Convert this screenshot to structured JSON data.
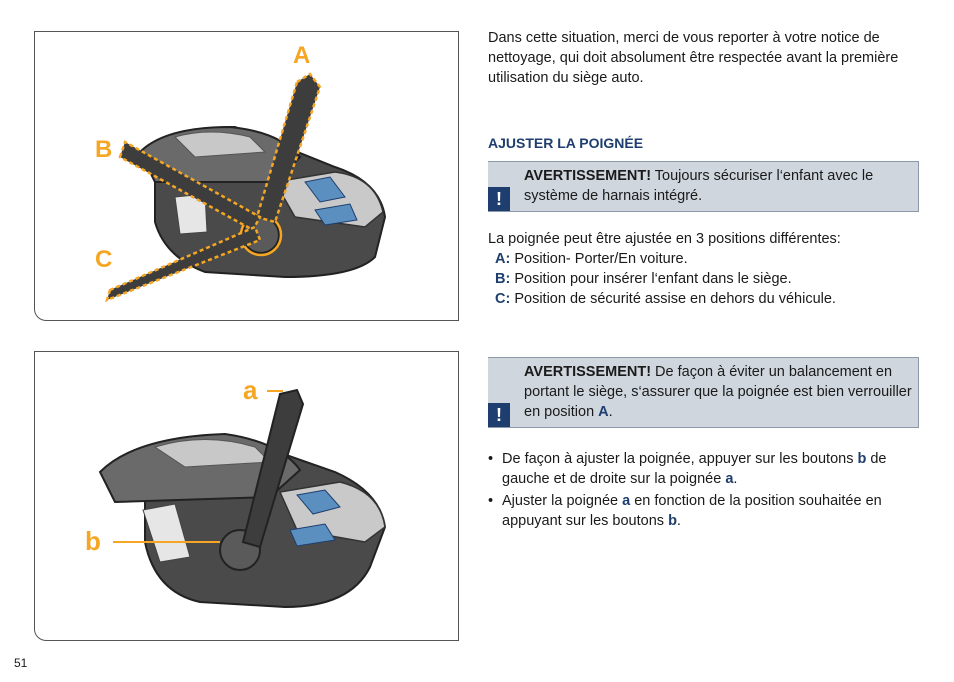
{
  "intro": "Dans cette situation, merci de vous reporter à votre notice de nettoyage, qui doit absolument être respectée avant la première utilisation du siège auto.",
  "heading": "AJUSTER LA POIGNÉE",
  "warning1": {
    "label": "AVERTISSEMENT!",
    "text": " Toujours sécuriser l‘enfant avec le système de harnais intégré.",
    "icon": "exclamation-icon"
  },
  "positions": {
    "intro": "La poignée peut être ajustée en 3 positions différentes:",
    "items": [
      {
        "key": "A:",
        "text": " Position- Porter/En voiture."
      },
      {
        "key": "B:",
        "text": " Position pour insérer l‘enfant dans le siège."
      },
      {
        "key": "C:",
        "text": " Position de sécurité assise en dehors du véhicule."
      }
    ]
  },
  "warning2": {
    "label": "AVERTISSEMENT!",
    "text_pre": " De façon à éviter un balancement en portant le siège, s‘assurer que la poignée est bien verrouiller en position ",
    "key": "A",
    "text_post": ".",
    "icon": "exclamation-icon"
  },
  "bullets": {
    "item1": {
      "pre": "De façon à ajuster la poignée, appuyer sur les boutons ",
      "k1": "b",
      "mid": " de gauche et de droite sur la poignée ",
      "k2": "a",
      "post": "."
    },
    "item2": {
      "pre": "Ajuster la poignée ",
      "k1": "a",
      "mid": " en fonction de la position souhaitée en appuyant sur les boutons ",
      "k2": "b",
      "post": "."
    },
    "bullet": "•"
  },
  "figure1": {
    "labels": [
      "A",
      "B",
      "C"
    ],
    "accent": "#f5a623"
  },
  "figure2": {
    "labels": [
      "a",
      "b"
    ],
    "accent": "#f5a623"
  },
  "page_number": "51"
}
